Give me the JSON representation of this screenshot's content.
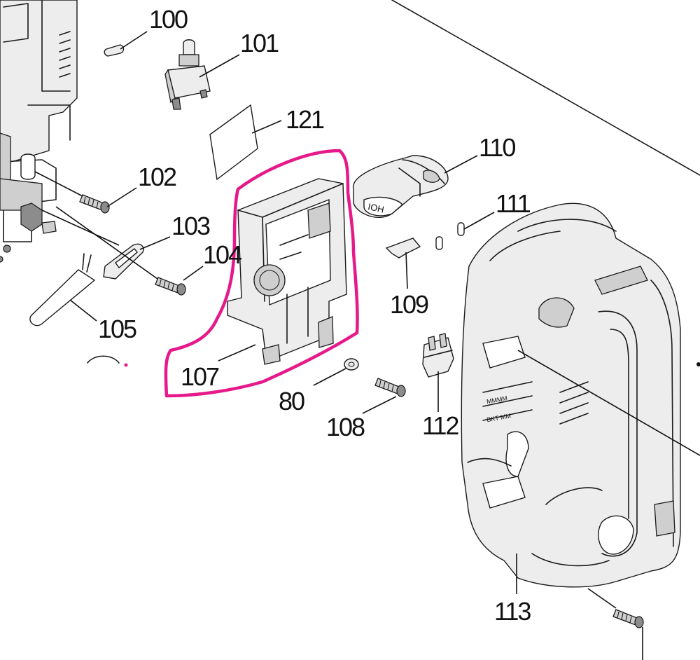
{
  "labels": {
    "p100": "100",
    "p101": "101",
    "p121": "121",
    "p110": "110",
    "p102": "102",
    "p111": "111",
    "p103": "103",
    "p104": "104",
    "p109": "109",
    "p105": "105",
    "p107": "107",
    "p80": "80",
    "p108": "108",
    "p112": "112",
    "p113": "113"
  },
  "colors": {
    "highlight": "#e6198a",
    "line": "#1a1a1a",
    "background": "#ffffff"
  }
}
